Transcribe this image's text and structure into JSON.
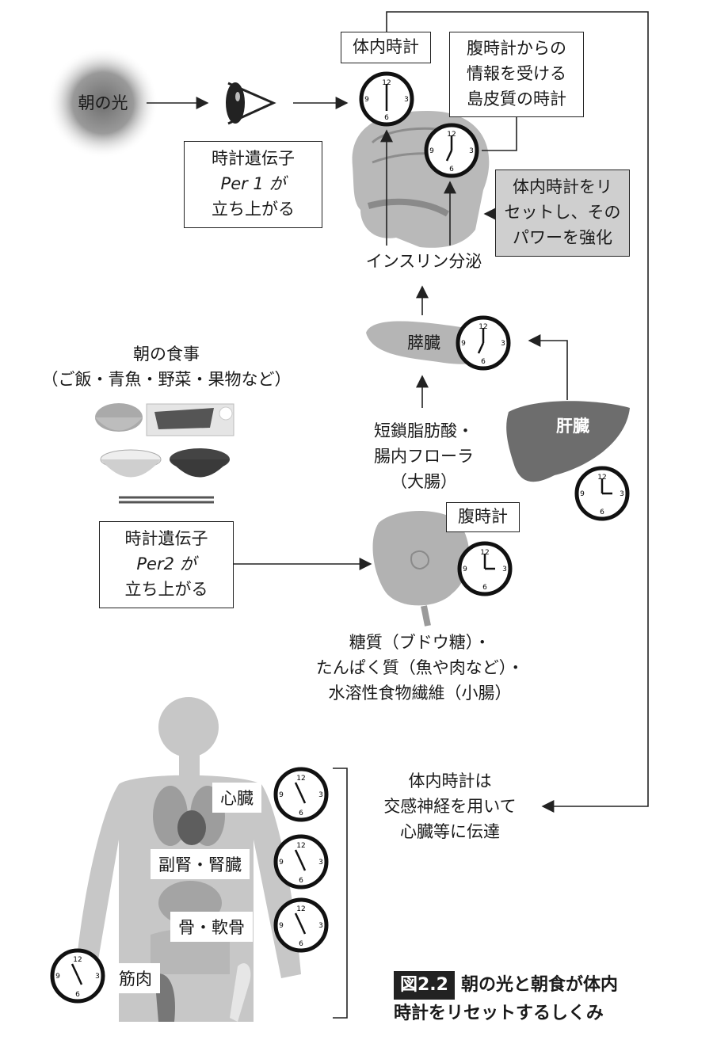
{
  "morning_light": "朝の光",
  "body_clock_label": "体内時計",
  "insula_box": [
    "腹時計からの",
    "情報を受ける",
    "島皮質の時計"
  ],
  "per1_box": [
    "時計遺伝子",
    "Per 1 が",
    "立ち上がる"
  ],
  "reset_box": [
    "体内時計をリ",
    "セットし、その",
    "パワーを強化"
  ],
  "insulin": "インスリン分泌",
  "pancreas": "膵臓",
  "liver": "肝臓",
  "breakfast": [
    "朝の食事",
    "（ご飯・青魚・野菜・果物など）"
  ],
  "scfa": [
    "短鎖脂肪酸・",
    "腸内フローラ",
    "（大腸）"
  ],
  "gut_clock_label": "腹時計",
  "per2_box": [
    "時計遺伝子",
    "Per2 が",
    "立ち上がる"
  ],
  "nutrients": [
    "糖質（ブドウ糖）・",
    "たんぱく質（魚や肉など）・",
    "水溶性食物繊維（小腸）"
  ],
  "sympathetic": [
    "体内時計は",
    "交感神経を用いて",
    "心臓等に伝達"
  ],
  "organs": {
    "heart": "心臓",
    "adrenal_kidney": "副腎・腎臓",
    "bone": "骨・軟骨",
    "muscle": "筋肉"
  },
  "caption": {
    "figure_no": "図2.2",
    "line1": "朝の光と朝食が体内",
    "line2": "時計をリセットするしくみ"
  }
}
